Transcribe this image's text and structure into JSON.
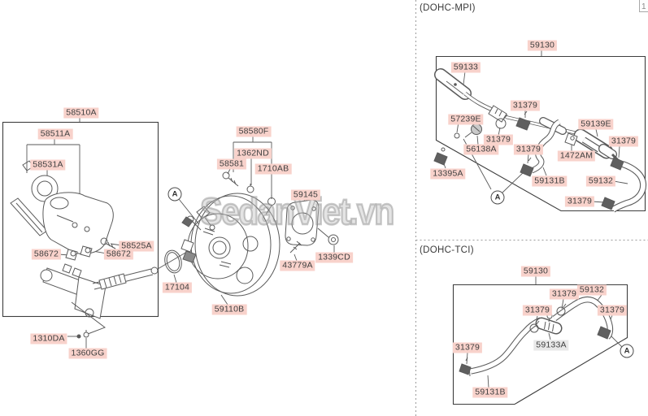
{
  "page": {
    "number": "1"
  },
  "watermark": {
    "text": "SedanViet.vn"
  },
  "sections": {
    "mpi": {
      "header": "(DOHC-MPI)"
    },
    "tci": {
      "header": "(DOHC-TCI)"
    }
  },
  "callout_marker": "A",
  "colors": {
    "label_bg": "#f8d2cb",
    "label_bg_selected": "#e8e8e8",
    "label_text": "#3f3f3f",
    "line": "#5a5a5a",
    "watermark": "#9b9b9b"
  },
  "labels": {
    "main": [
      "58510A",
      "58511A",
      "58531A",
      "58525A",
      "58672",
      "58672",
      "1310DA",
      "1360GG",
      "58580F",
      "1362ND",
      "58581",
      "1710AB",
      "59145",
      "43779A",
      "1339CD",
      "17104",
      "59110B"
    ],
    "mpi": [
      "59130",
      "59133",
      "31379",
      "57239E",
      "31379",
      "56138A",
      "31379",
      "59139E",
      "31379",
      "1472AM",
      "13395A",
      "59131B",
      "59132",
      "31379"
    ],
    "tci": [
      "59130",
      "31379",
      "59132",
      "31379",
      "31379",
      "59133A",
      "31379",
      "59131B"
    ]
  }
}
